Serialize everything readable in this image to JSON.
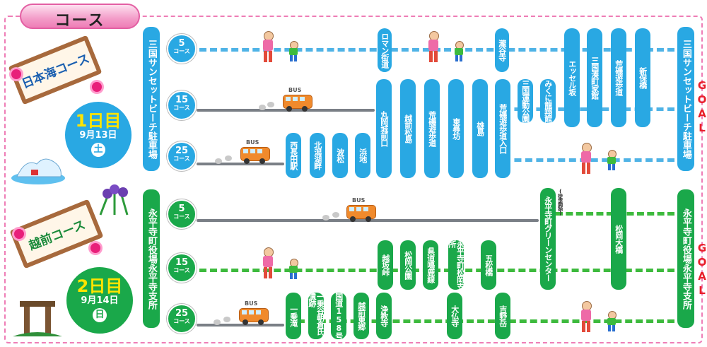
{
  "title": "コース",
  "goal": [
    "GOAL",
    "GOAL"
  ],
  "days": [
    {
      "sign": "日本海コース",
      "day": "1日目",
      "date": "9月13日",
      "weekday": "土",
      "color": "#29a8e3",
      "start": "三国サンセットビーチ駐車場",
      "finish": "三国サンセットビーチ駐車場",
      "lanes": [
        {
          "km": "5",
          "unit": "コース",
          "stops": [
            "ロマン街道",
            "瀧谷寺",
            "エッセル坂",
            "三国湊町家館",
            "荒磯遊歩道",
            "新保橋"
          ]
        },
        {
          "km": "15",
          "unit": "コース",
          "stops": [
            "丸岡城前口",
            "越前松島",
            "荒磯遊歩道",
            "東尋坊",
            "雄島",
            "荒磯遊歩道入口",
            "三国運動公園",
            "みくに龍翔館"
          ]
        },
        {
          "km": "25",
          "unit": "コース",
          "stops": [
            "西長田駅",
            "北潟湖畔",
            "波松",
            "浜地"
          ]
        }
      ]
    },
    {
      "sign": "越前コース",
      "day": "2日目",
      "date": "9月14日",
      "weekday": "日",
      "color": "#1aa84a",
      "start": "永平寺町役場永平寺支所",
      "finish": "永平寺町役場永平寺支所",
      "lanes": [
        {
          "km": "5",
          "unit": "コース",
          "stops": [
            "(徒歩開始)",
            "永平寺町グリーンセンター",
            "松岡大橋"
          ]
        },
        {
          "km": "15",
          "unit": "コース",
          "stops": [
            "越坂峠",
            "松岡公園",
            "県道鳴鹿線",
            "永平寺町松岡支所",
            "五松橋"
          ]
        },
        {
          "km": "25",
          "unit": "コース",
          "stops": [
            "一乗滝",
            "一乗谷朝倉氏遺跡",
            "国道158号",
            "越前東郷",
            "浄教寺",
            "大仏寺",
            "吉野岳"
          ]
        }
      ]
    }
  ],
  "bus_label": "BUS",
  "colors": {
    "blue": "#29a8e3",
    "green": "#1aa84a",
    "pink": "#ee7db6",
    "goal": "#e8202a"
  }
}
